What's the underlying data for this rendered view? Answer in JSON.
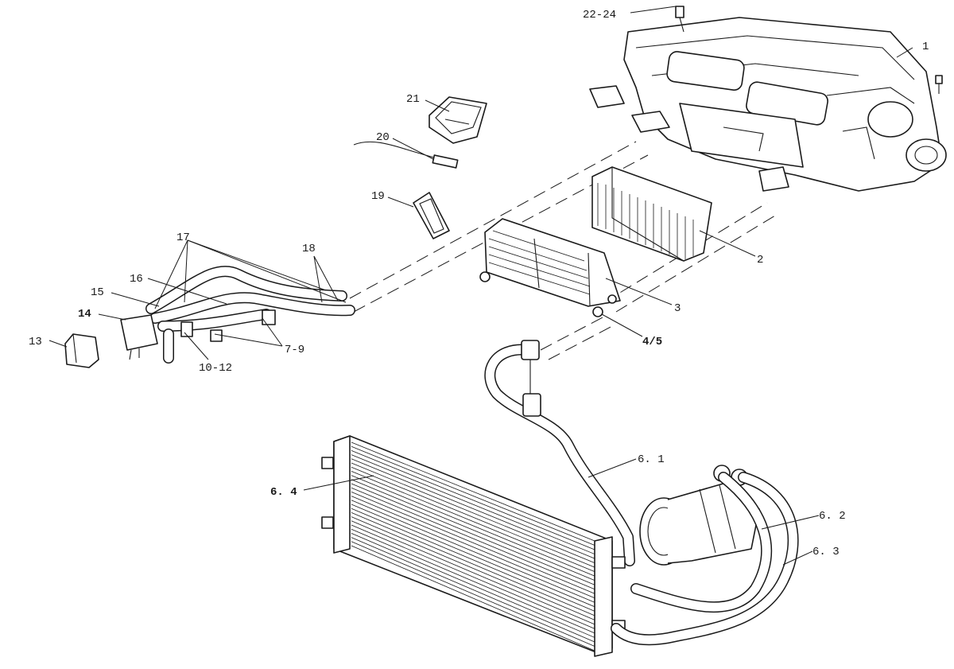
{
  "diagram": {
    "callouts": {
      "c1": "1",
      "c2": "2",
      "c3": "3",
      "c4_5": "4/5",
      "c6_1": "6. 1",
      "c6_2": "6. 2",
      "c6_3": "6. 3",
      "c6_4": "6. 4",
      "c7_9": "7-9",
      "c10_12": "10-12",
      "c13": "13",
      "c14": "14",
      "c15": "15",
      "c16": "16",
      "c17": "17",
      "c18": "18",
      "c19": "19",
      "c20": "20",
      "c21": "21",
      "c22_24": "22-24"
    }
  }
}
